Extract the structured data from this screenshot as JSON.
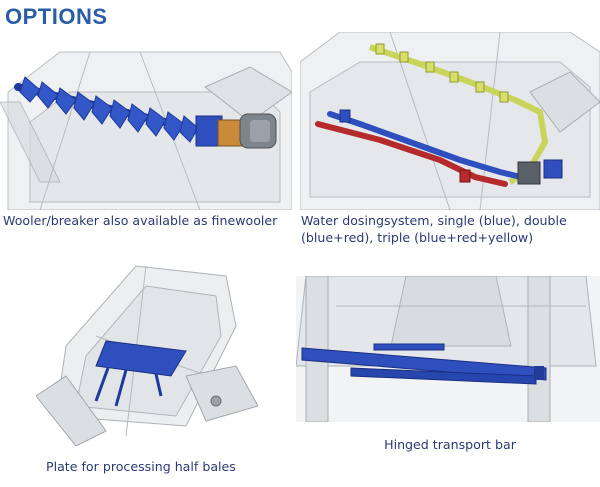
{
  "title": "OPTIONS",
  "captions": {
    "wooler": "Wooler/breaker also available as finewooler",
    "water_line1": "Water dosingsystem, single (blue), double",
    "water_line2": "(blue+red), triple (blue+red+yellow)",
    "plate": "Plate for processing half bales",
    "transport": "Hinged transport bar"
  },
  "colors": {
    "title": "#2a5da6",
    "caption": "#2c3a73",
    "blue_part": "#2f4fbf",
    "red_part": "#b52a2a",
    "yellow_part": "#c9d45a",
    "frame": "#9aa0a6"
  }
}
